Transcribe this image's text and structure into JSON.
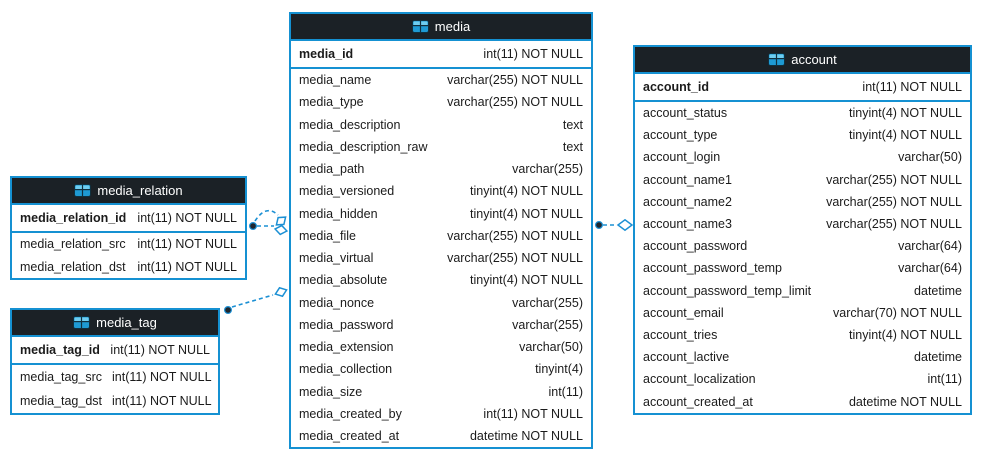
{
  "colors": {
    "table_border": "#1591d2",
    "header_bg": "#1b2126",
    "header_text": "#ffffff",
    "row_bg": "#ffffff",
    "text": "#1b1b1b",
    "connector": "#1c90d4"
  },
  "tables": [
    {
      "title": "media_relation",
      "columns": [
        {
          "name": "media_relation_id",
          "type": "int(11) NOT NULL",
          "pk": true
        },
        {
          "name": "media_relation_src",
          "type": "int(11) NOT NULL"
        },
        {
          "name": "media_relation_dst",
          "type": "int(11) NOT NULL"
        }
      ]
    },
    {
      "title": "media_tag",
      "columns": [
        {
          "name": "media_tag_id",
          "type": "int(11) NOT NULL",
          "pk": true
        },
        {
          "name": "media_tag_src",
          "type": "int(11) NOT NULL"
        },
        {
          "name": "media_tag_dst",
          "type": "int(11) NOT NULL"
        }
      ]
    },
    {
      "title": "media",
      "columns": [
        {
          "name": "media_id",
          "type": "int(11) NOT NULL",
          "pk": true
        },
        {
          "name": "media_name",
          "type": "varchar(255) NOT NULL"
        },
        {
          "name": "media_type",
          "type": "varchar(255) NOT NULL"
        },
        {
          "name": "media_description",
          "type": "text"
        },
        {
          "name": "media_description_raw",
          "type": "text"
        },
        {
          "name": "media_path",
          "type": "varchar(255)"
        },
        {
          "name": "media_versioned",
          "type": "tinyint(4) NOT NULL"
        },
        {
          "name": "media_hidden",
          "type": "tinyint(4) NOT NULL"
        },
        {
          "name": "media_file",
          "type": "varchar(255) NOT NULL"
        },
        {
          "name": "media_virtual",
          "type": "varchar(255) NOT NULL"
        },
        {
          "name": "media_absolute",
          "type": "tinyint(4) NOT NULL"
        },
        {
          "name": "media_nonce",
          "type": "varchar(255)"
        },
        {
          "name": "media_password",
          "type": "varchar(255)"
        },
        {
          "name": "media_extension",
          "type": "varchar(50)"
        },
        {
          "name": "media_collection",
          "type": "tinyint(4)"
        },
        {
          "name": "media_size",
          "type": "int(11)"
        },
        {
          "name": "media_created_by",
          "type": "int(11) NOT NULL"
        },
        {
          "name": "media_created_at",
          "type": "datetime NOT NULL"
        }
      ]
    },
    {
      "title": "account",
      "columns": [
        {
          "name": "account_id",
          "type": "int(11) NOT NULL",
          "pk": true
        },
        {
          "name": "account_status",
          "type": "tinyint(4) NOT NULL"
        },
        {
          "name": "account_type",
          "type": "tinyint(4) NOT NULL"
        },
        {
          "name": "account_login",
          "type": "varchar(50)"
        },
        {
          "name": "account_name1",
          "type": "varchar(255) NOT NULL"
        },
        {
          "name": "account_name2",
          "type": "varchar(255) NOT NULL"
        },
        {
          "name": "account_name3",
          "type": "varchar(255) NOT NULL"
        },
        {
          "name": "account_password",
          "type": "varchar(64)"
        },
        {
          "name": "account_password_temp",
          "type": "varchar(64)"
        },
        {
          "name": "account_password_temp_limit",
          "type": "datetime"
        },
        {
          "name": "account_email",
          "type": "varchar(70) NOT NULL"
        },
        {
          "name": "account_tries",
          "type": "tinyint(4) NOT NULL"
        },
        {
          "name": "account_lactive",
          "type": "datetime"
        },
        {
          "name": "account_localization",
          "type": "int(11)"
        },
        {
          "name": "account_created_at",
          "type": "datetime NOT NULL"
        }
      ]
    }
  ],
  "relationships": [
    {
      "from": "media_relation",
      "to": "media",
      "style": "dashed",
      "lines": 2
    },
    {
      "from": "media_tag",
      "to": "media",
      "style": "dashed",
      "lines": 1
    },
    {
      "from": "media",
      "to": "account",
      "style": "dashed",
      "lines": 1
    }
  ]
}
